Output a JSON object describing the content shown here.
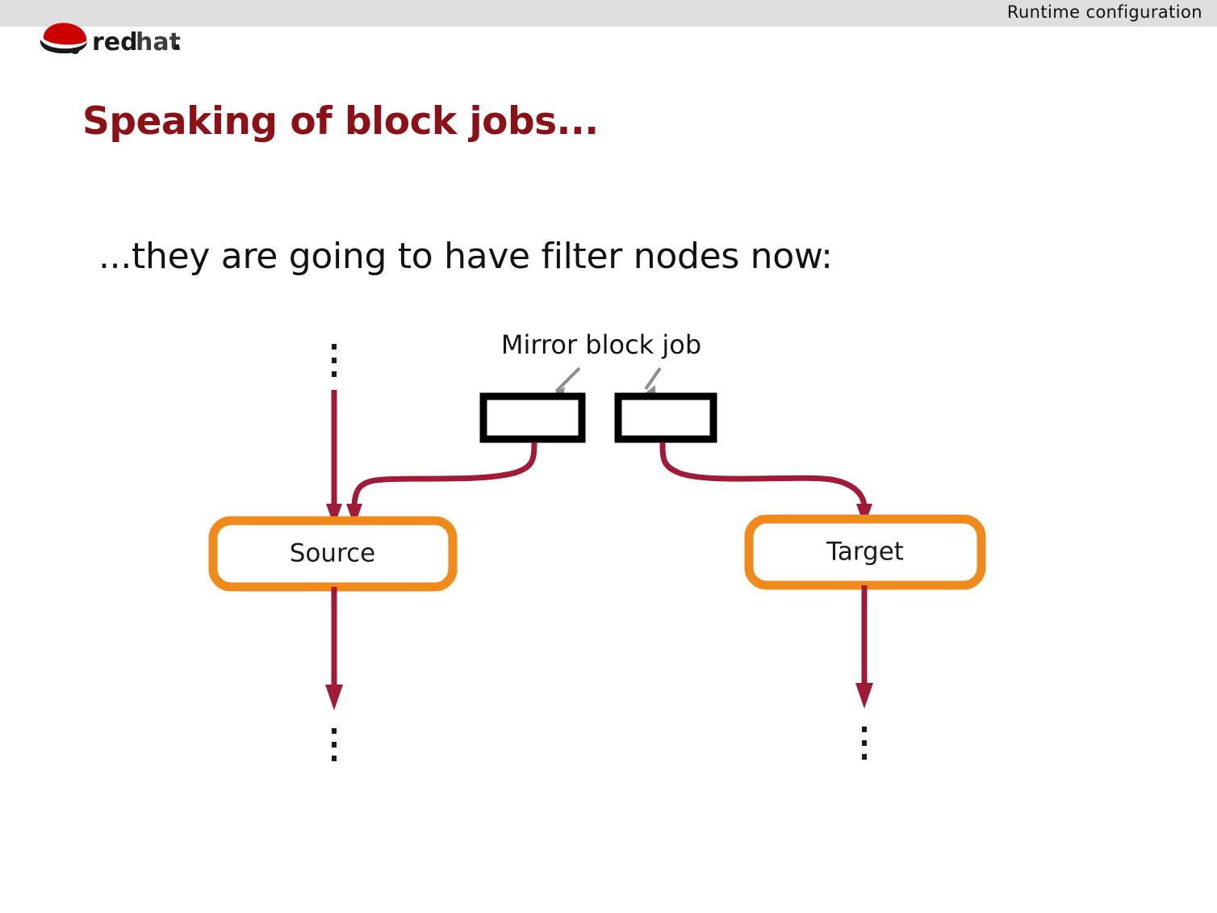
{
  "header": {
    "section_title": "Runtime configuration",
    "logo": {
      "name": "redhat-logo",
      "word_bold": "red",
      "word_light": "hat",
      "trailing_dot": ".",
      "hat_color": "#CC0000",
      "text_color": "#1A1A1A",
      "light_text_color": "#4D4D4D"
    },
    "bar_color": "#DEDEDE"
  },
  "slide": {
    "title": "Speaking of block jobs...",
    "title_color": "#8B1117",
    "body": "...they are going to have filter nodes now:",
    "body_color": "#121212",
    "background": "#FFFFFF"
  },
  "diagram": {
    "annotation": "Mirror block job",
    "annotation_arrow_color": "#8C8C8C",
    "edge_color": "#A01B38",
    "filter_node_border_color": "#000000",
    "filter_node_fill": "#FFFFFF",
    "bds_border_color": "#F08A1A",
    "bds_fill": "#FFFFFF",
    "ellipsis_color": "#1A1A1A",
    "filter_nodes": [
      {
        "name": "mirror-filter-node-source",
        "label": ""
      },
      {
        "name": "mirror-filter-node-target",
        "label": ""
      }
    ],
    "nodes": [
      {
        "name": "source-node",
        "label": "Source"
      },
      {
        "name": "target-node",
        "label": "Target"
      }
    ],
    "ellipsis_glyph": "⠇"
  }
}
